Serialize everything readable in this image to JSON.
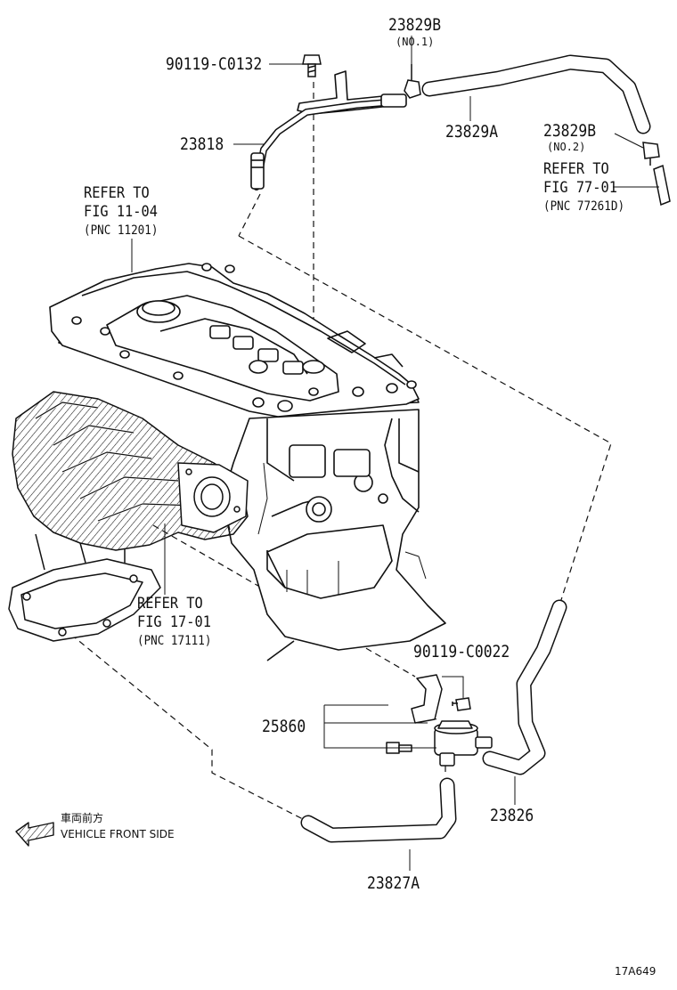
{
  "parts": {
    "p90119_c0132": "90119-C0132",
    "p23829b_top": "23829B",
    "p23829b_top_note": "(NO.1)",
    "p23829a": "23829A",
    "p23818": "23818",
    "p23829b_side": "23829B",
    "p23829b_side_note": "(NO.2)",
    "p90119_c0022": "90119-C0022",
    "p25860": "25860",
    "p23826": "23826",
    "p23827a": "23827A"
  },
  "refs": {
    "head": {
      "line1": "REFER TO",
      "line2": "FIG 11-04",
      "line3": "(PNC 11201)"
    },
    "hose": {
      "line1": "REFER TO",
      "line2": "FIG 77-01",
      "line3": "(PNC 77261D)"
    },
    "manifold": {
      "line1": "REFER TO",
      "line2": "FIG 17-01",
      "line3": "(PNC 17111)"
    }
  },
  "orientation": {
    "jp": "車両前方",
    "en": "VEHICLE FRONT SIDE",
    "icon": "arrow-left-icon"
  },
  "figure_id": "17A649",
  "colors": {
    "ink": "#111111",
    "background": "#ffffff"
  }
}
